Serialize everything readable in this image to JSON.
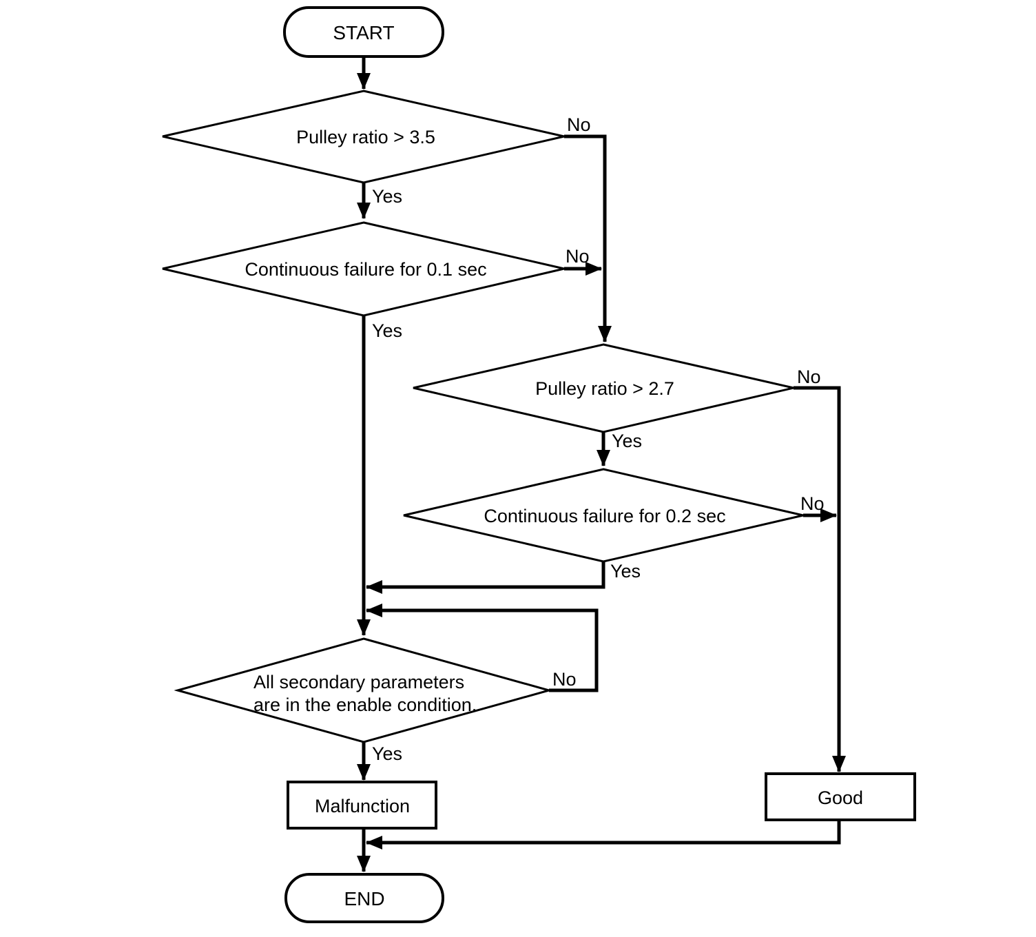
{
  "flowchart": {
    "nodes": {
      "start": "START",
      "decision1": "Pulley ratio > 3.5",
      "decision2": "Continuous failure for 0.1 sec",
      "decision3": "Pulley ratio > 2.7",
      "decision4": "Continuous failure for 0.2 sec",
      "decision5_line1": "All secondary parameters",
      "decision5_line2": "are in the enable condition.",
      "malfunction": "Malfunction",
      "good": "Good",
      "end": "END"
    },
    "labels": {
      "yes": "Yes",
      "no": "No"
    },
    "colors": {
      "line": "#000000",
      "text": "#000000",
      "background": "#ffffff"
    }
  }
}
